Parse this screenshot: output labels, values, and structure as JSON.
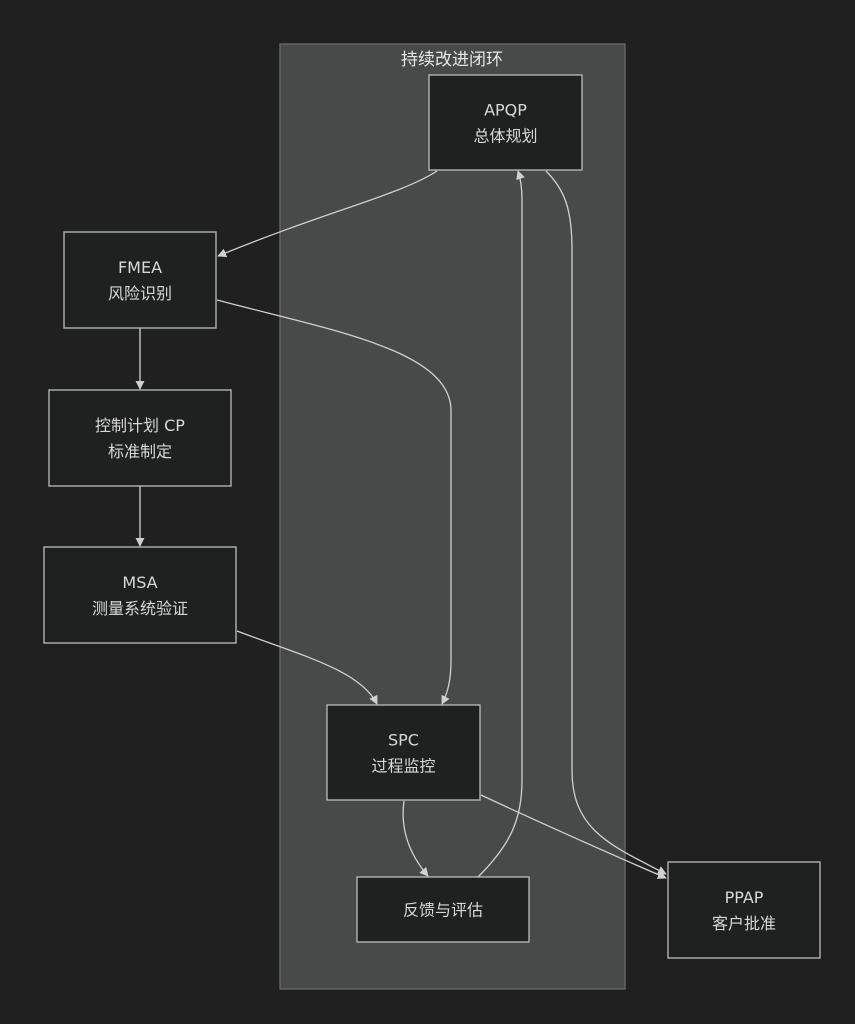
{
  "diagram": {
    "type": "flowchart",
    "colors": {
      "background": "#202020",
      "cluster_fill": "#484a49",
      "cluster_stroke": "#6a6a6a",
      "node_fill": "#1f2020",
      "node_stroke": "#bdbdbd",
      "edge": "#d0d0d0",
      "text": "#d8d8d8"
    },
    "cluster": {
      "id": "loop",
      "label": "持续改进闭环",
      "members": [
        "apqp",
        "spc",
        "feedback"
      ]
    },
    "nodes": [
      {
        "id": "apqp",
        "lines": [
          "APQP",
          "总体规划"
        ]
      },
      {
        "id": "fmea",
        "lines": [
          "FMEA",
          "风险识别"
        ]
      },
      {
        "id": "cp",
        "lines": [
          "控制计划 CP",
          "标准制定"
        ]
      },
      {
        "id": "msa",
        "lines": [
          "MSA",
          "测量系统验证"
        ]
      },
      {
        "id": "spc",
        "lines": [
          "SPC",
          "过程监控"
        ]
      },
      {
        "id": "feedback",
        "lines": [
          "反馈与评估"
        ]
      },
      {
        "id": "ppap",
        "lines": [
          "PPAP",
          "客户批准"
        ]
      }
    ],
    "edges": [
      {
        "from": "apqp",
        "to": "fmea"
      },
      {
        "from": "fmea",
        "to": "cp"
      },
      {
        "from": "cp",
        "to": "msa"
      },
      {
        "from": "fmea",
        "to": "spc"
      },
      {
        "from": "msa",
        "to": "spc"
      },
      {
        "from": "spc",
        "to": "feedback"
      },
      {
        "from": "feedback",
        "to": "apqp"
      },
      {
        "from": "spc",
        "to": "ppap"
      },
      {
        "from": "apqp",
        "to": "ppap"
      }
    ]
  }
}
